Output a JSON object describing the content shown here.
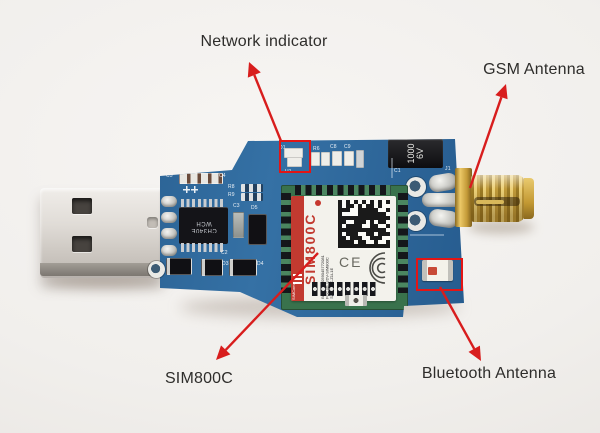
{
  "annotations": {
    "network_indicator": "Network indicator",
    "gsm_antenna": "GSM Antenna",
    "sim800c": "SIM800C",
    "bluetooth_antenna": "Bluetooth Antenna"
  },
  "board": {
    "module": {
      "brand": "SIMCom",
      "model": "SIM800C",
      "imei": "IMEI: 865059045772081",
      "fcc": "FCC ID: UDV-SIM800C",
      "code": "S2-1060C-Z1L1E",
      "ce": "CE"
    },
    "capacitor": {
      "line1": "1000",
      "line2": "6V"
    },
    "chip": {
      "name": "CH340E",
      "vendor": "WCH"
    },
    "silkscreen": {
      "d1": "D1",
      "r6": "R6",
      "c8": "C8",
      "c9": "C9",
      "c1": "C1",
      "j1": "J1",
      "u1": "U1",
      "c5": "C5",
      "c4": "C4",
      "r8": "R8",
      "r9": "R9",
      "c3": "C3",
      "d5": "D5",
      "c2": "C2",
      "d3": "D3",
      "d4": "D4",
      "c7": "C7"
    }
  },
  "colors": {
    "arrow": "#d81d1d",
    "highlight_box": "#e31515",
    "pcb_blue": "#2f6da6",
    "gold": "#d2a644",
    "background": "#f1efec"
  }
}
